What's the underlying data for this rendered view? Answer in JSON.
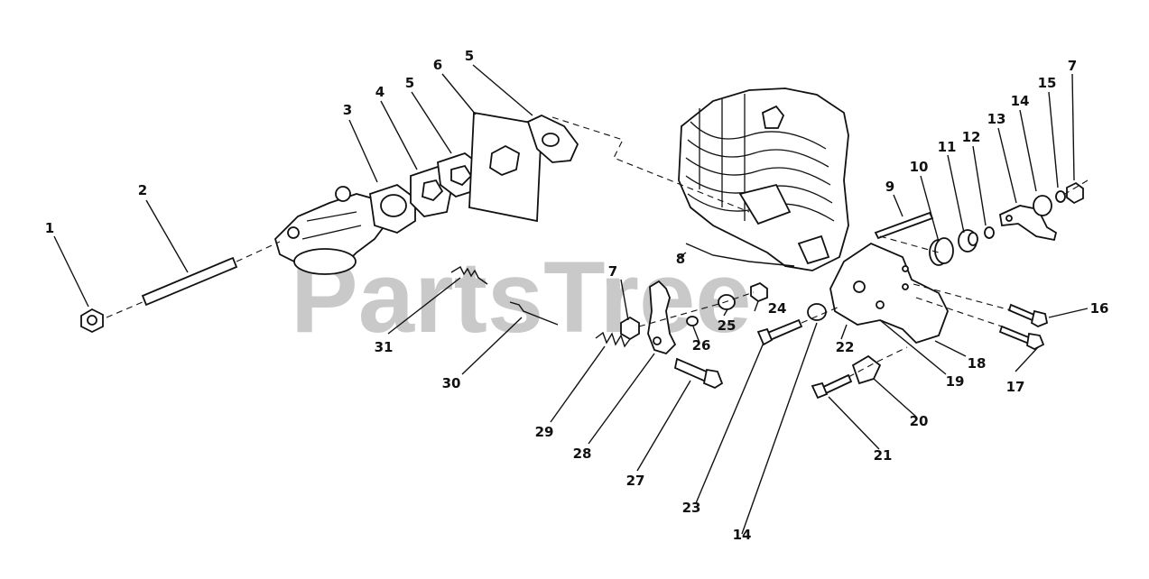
{
  "watermark": "PartsTree",
  "part_labels": [
    "1",
    "2",
    "3",
    "4",
    "5",
    "6",
    "5",
    "7",
    "8",
    "9",
    "10",
    "11",
    "12",
    "13",
    "14",
    "15",
    "7",
    "16",
    "17",
    "18",
    "19",
    "20",
    "21",
    "22",
    "14",
    "23",
    "24",
    "25",
    "26",
    "27",
    "28",
    "29",
    "30",
    "31"
  ]
}
